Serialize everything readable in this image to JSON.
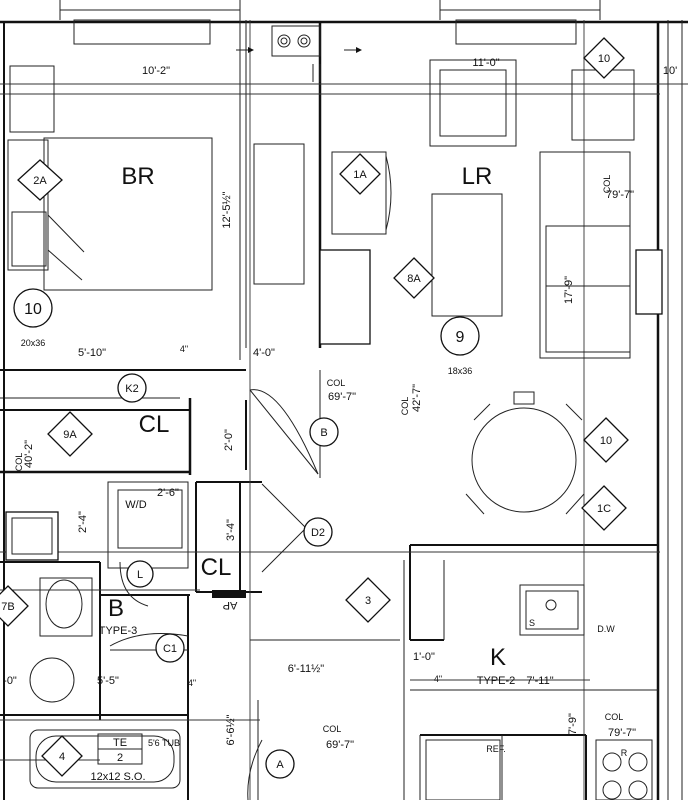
{
  "rooms": {
    "br": "BR",
    "lr": "LR",
    "cl_upper": "CL",
    "cl_lower": "CL",
    "bath": "B",
    "bath_type": "TYPE-3",
    "kitchen": "K",
    "kitchen_type": "TYPE-2"
  },
  "dimensions": {
    "br_width": "10'-2\"",
    "br_depth": "12'-5½\"",
    "lr_width": "11'-0\"",
    "lr_right": "10'",
    "br_closet": "5'-10\"",
    "br_4in": "4\"",
    "br_wall": "4'-0\"",
    "hall_2ft": "2'-0\"",
    "wd_size": "2'-6\"",
    "wd_left": "2'-4\"",
    "cl_depth": "3'-4\"",
    "kit_1ft": "1'-0\"",
    "kit_4in": "4\"",
    "kit_width": "7'-11\"",
    "hall_len": "6'-11½\"",
    "bath_5ft": "5'-5\"",
    "bath_4in": "4\"",
    "left_0": "-0\"",
    "lower_6ft": "6'-6½\"",
    "lower_7ft": "7'-9\"",
    "sofa_17": "17'-9\""
  },
  "columns": {
    "c1_label": "COL",
    "c1_value": "79'-7\"",
    "c2_label": "COL",
    "c2_value": "69'-7\"",
    "c3_label": "COL",
    "c3_value": "42'-7\"",
    "c4_label": "COL",
    "c4_value": "40'-2\"",
    "c5_label": "COL",
    "c5_value": "69'-7\"",
    "c6_label": "COL",
    "c6_value": "79'-7\""
  },
  "tags": {
    "t10_top": "10",
    "t2a": "2A",
    "t1a": "1A",
    "t8a": "8A",
    "t10_mid": "10",
    "t1c": "1C",
    "t3": "3",
    "t9a": "9A",
    "t7b": "7B",
    "t4": "4"
  },
  "circles": {
    "k2": "K2",
    "b": "B",
    "d2": "D2",
    "l": "L",
    "c1": "C1",
    "a": "A",
    "c9": "9",
    "c10": "10"
  },
  "notes": {
    "size_20x36": "20x36",
    "size_18x36": "18x36",
    "wd": "W/D",
    "te": "TE",
    "te_num": "2",
    "tub": "5'6 TUB",
    "so": "12x12 S.O.",
    "dw": "D.W",
    "ref": "REF.",
    "ap": "AP",
    "r": "R",
    "s": "S"
  }
}
